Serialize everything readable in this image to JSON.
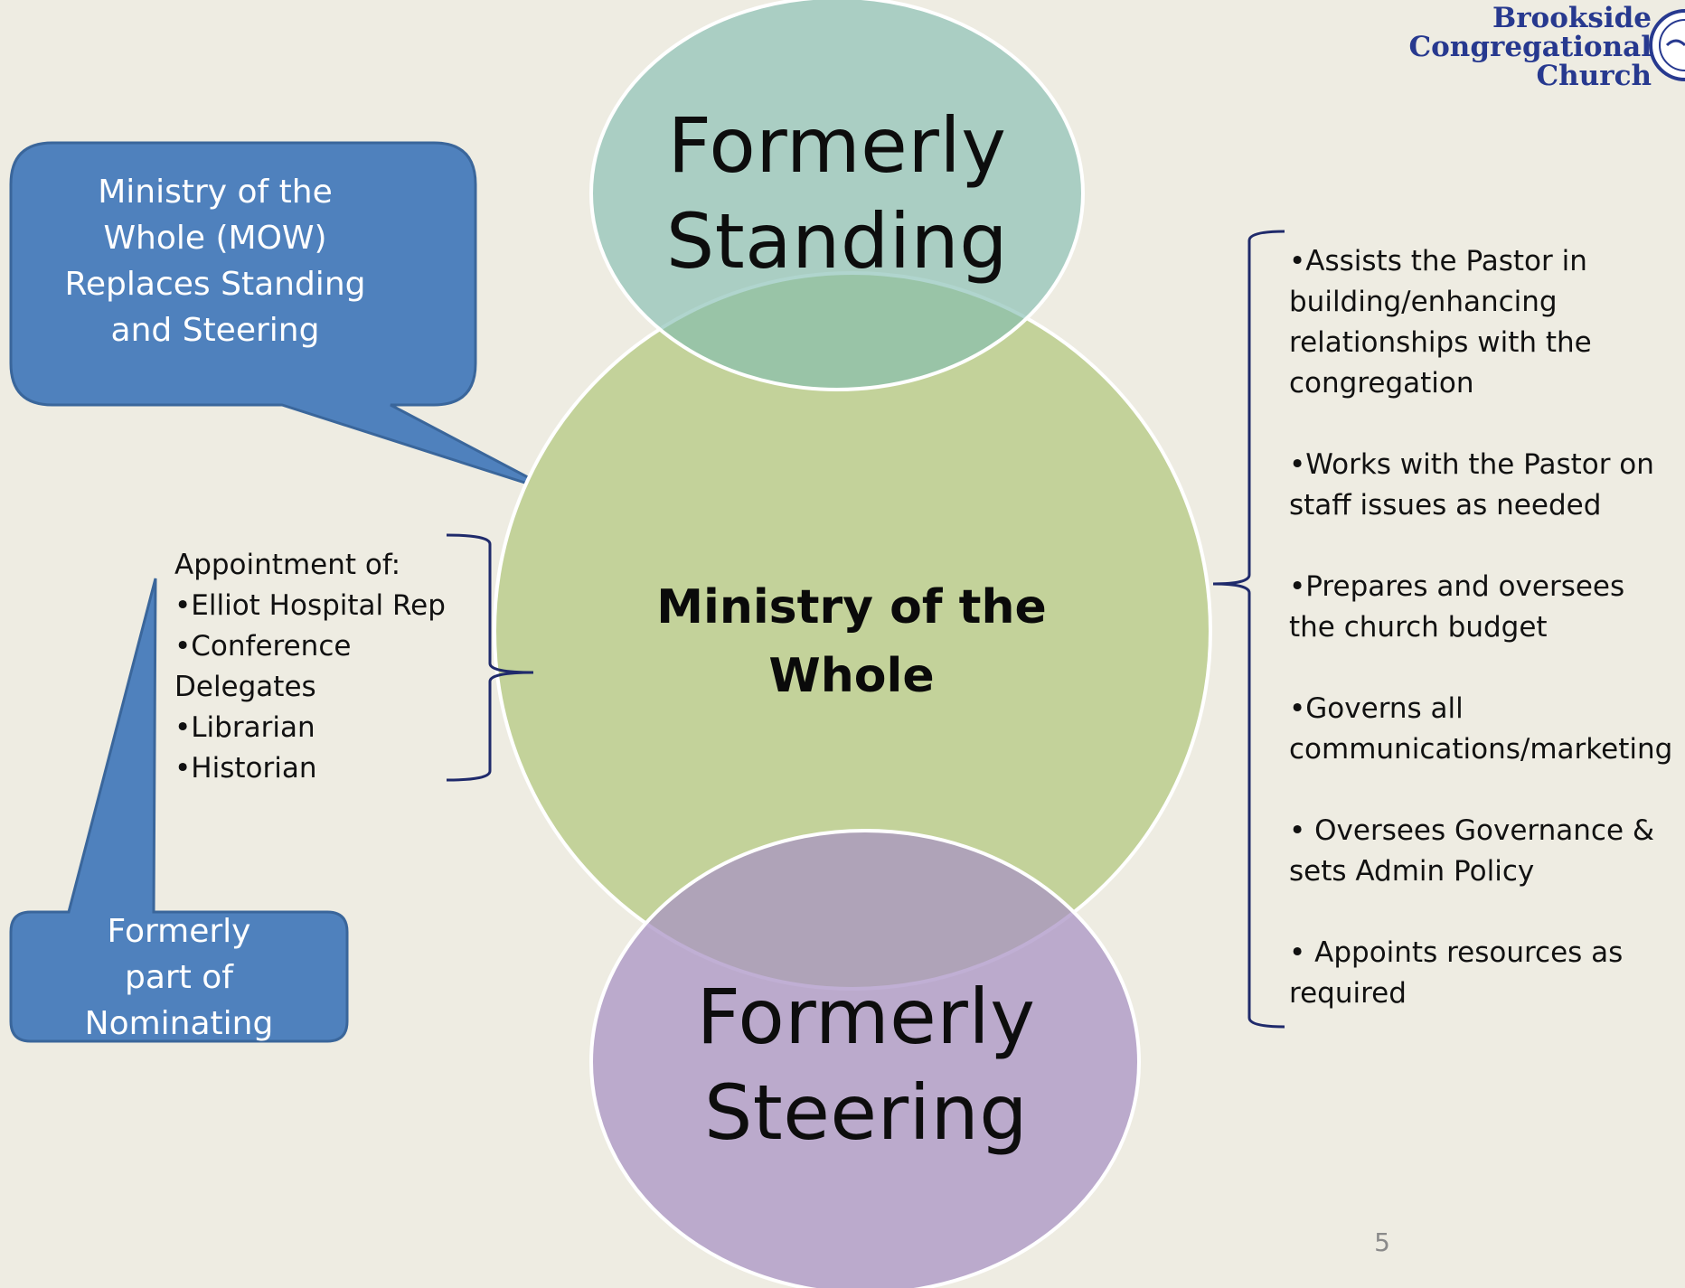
{
  "logo": {
    "line1": "Brookside",
    "line2": "Congregational",
    "line3": "Church"
  },
  "circles": {
    "top": {
      "line1": "Formerly",
      "line2": "Standing",
      "fill": "#9ecbc0"
    },
    "center": {
      "line1": "Ministry of the",
      "line2": "Whole",
      "fill": "#c3d29a"
    },
    "bottom": {
      "line1": "Formerly",
      "line2": "Steering",
      "fill": "#b3a4c4"
    }
  },
  "callouts": {
    "top_left": {
      "lines": [
        "Ministry of the",
        "Whole  (MOW)",
        "Replaces Standing",
        "and Steering"
      ],
      "fill": "#4f81bd"
    },
    "bottom_left": {
      "lines": [
        "Formerly",
        "part of",
        "Nominating"
      ],
      "fill": "#4f81bd"
    }
  },
  "appointments": {
    "heading": "Appointment of:",
    "items": [
      "•Elliot Hospital Rep",
      "•Conference Delegates",
      "•Librarian",
      "•Historian"
    ]
  },
  "responsibilities": [
    "•Assists the Pastor in building/enhancing relationships with the congregation",
    "•Works with the Pastor on staff issues as needed",
    "•Prepares and oversees the church budget",
    "•Governs all communications/marketing",
    "• Oversees Governance & sets Admin Policy",
    "• Appoints  resources as required"
  ],
  "page_number": "5",
  "colors": {
    "background": "#eeece2",
    "bracket": "#1f2a6b",
    "logo_text": "#27398f"
  }
}
